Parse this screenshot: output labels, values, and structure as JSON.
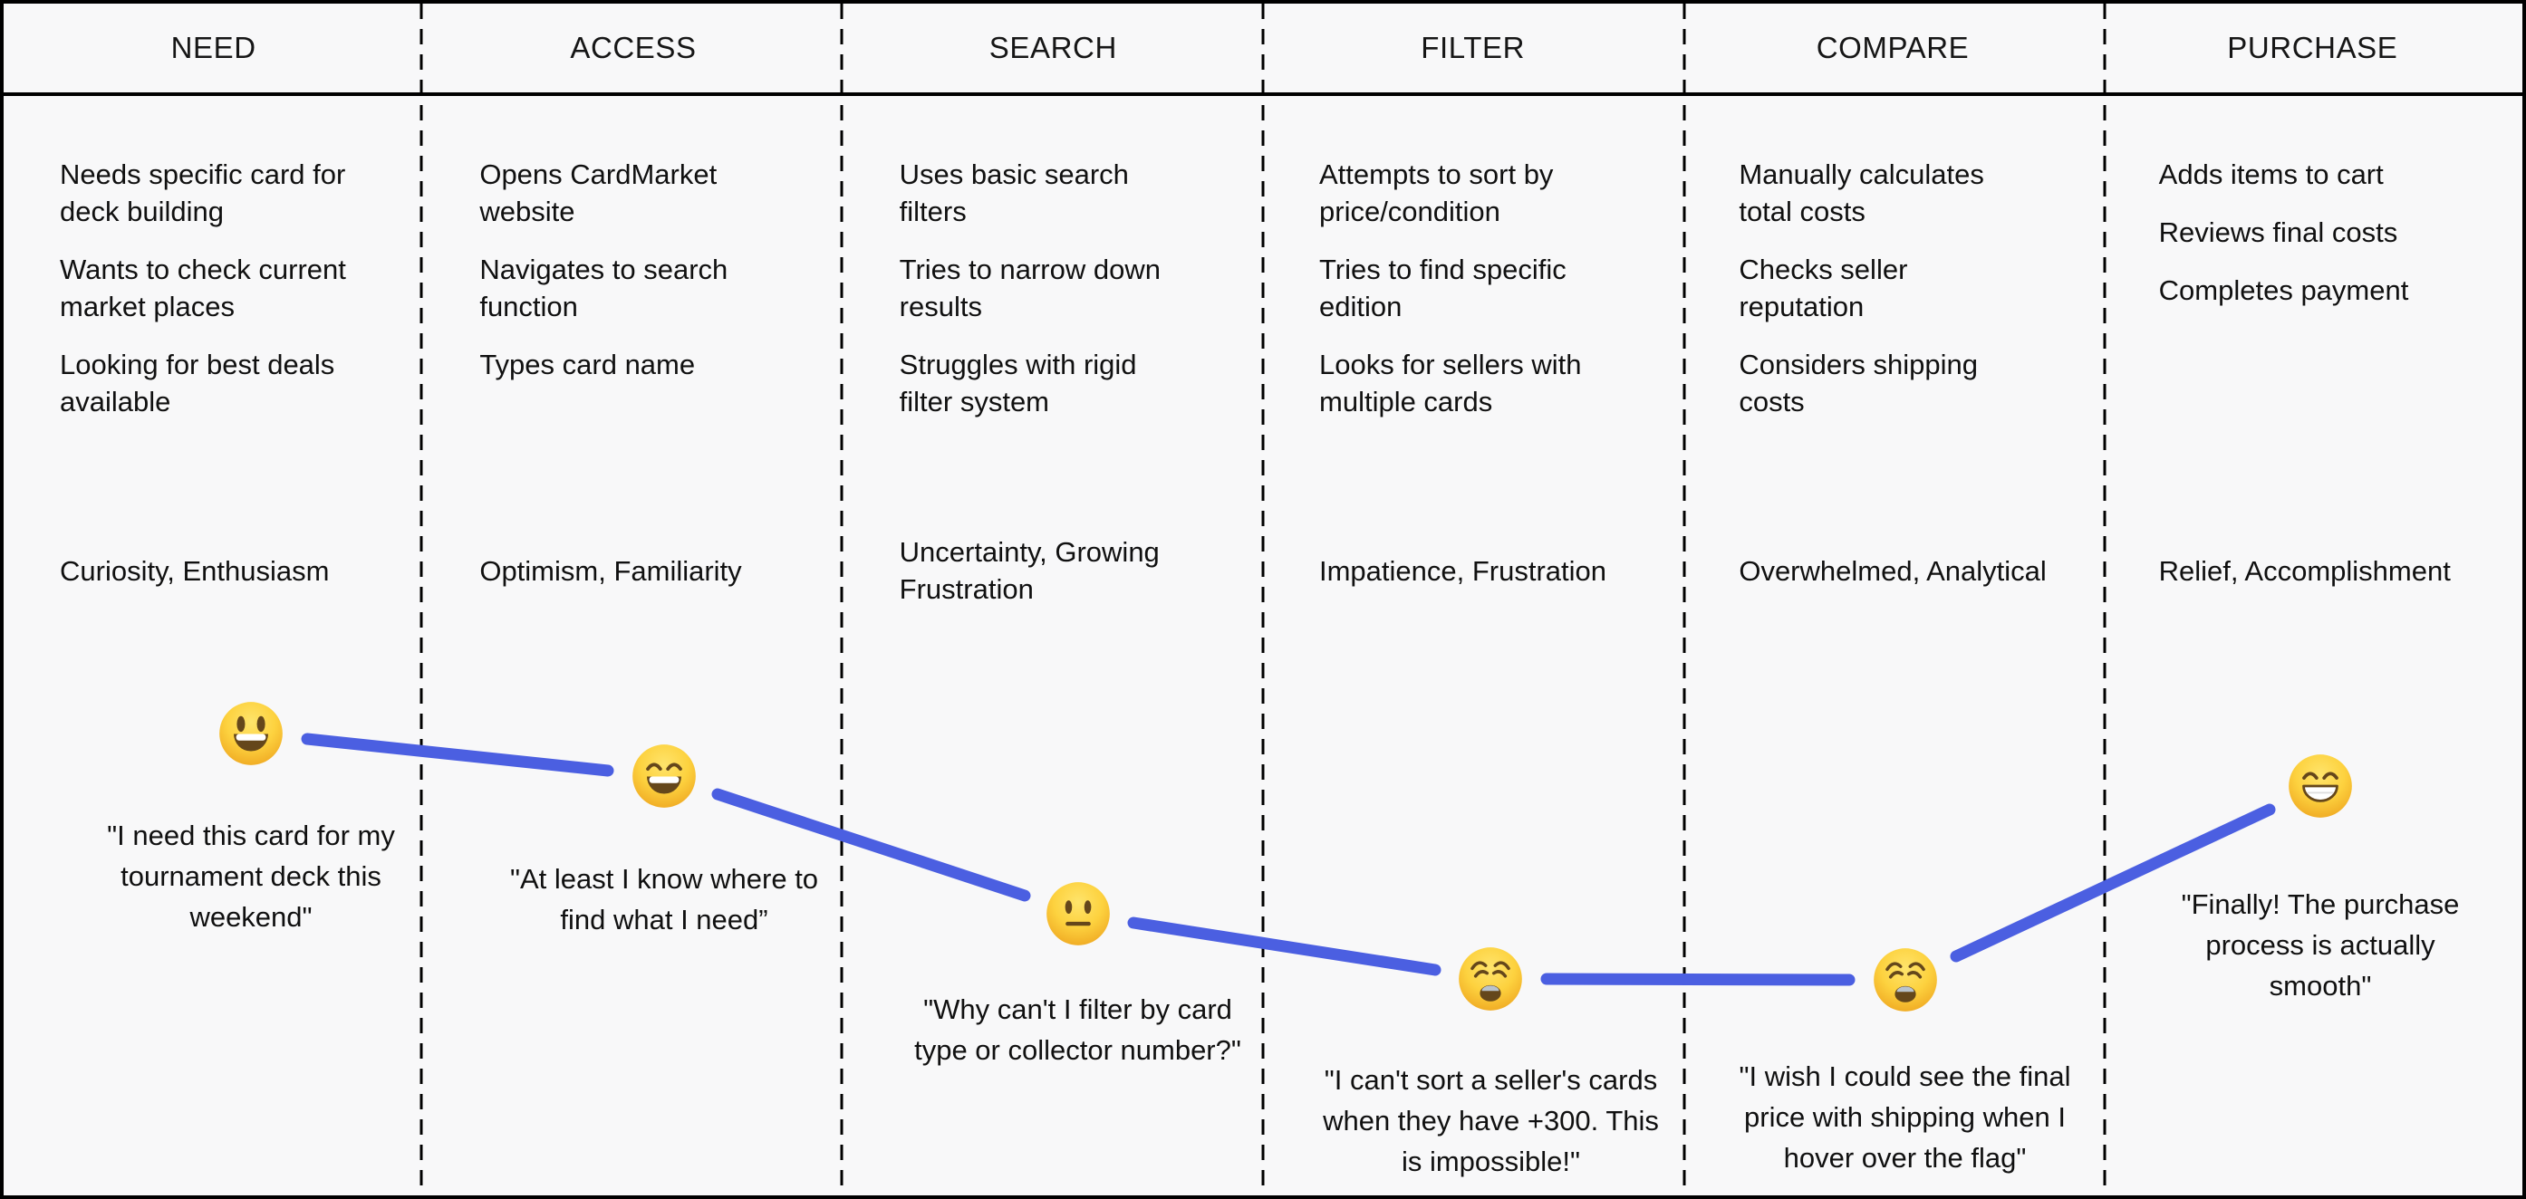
{
  "journey_map": {
    "colors": {
      "mood_line": "#4B5FE1",
      "background": "#F8F8F9",
      "border": "#000000"
    },
    "stages": [
      {
        "title": "NEED",
        "actions": [
          "Needs specific card for deck building",
          "Wants to check current market places",
          "Looking for best deals available"
        ],
        "emotions": "Curiosity, Enthusiasm",
        "emoji": "grinning-face",
        "emoji_char": "😃",
        "quote": "\"I need this card for my tournament deck this weekend\""
      },
      {
        "title": "ACCESS",
        "actions": [
          "Opens CardMarket website",
          "Navigates to search function",
          "Types card name"
        ],
        "emotions": "Optimism, Familiarity",
        "emoji": "grinning-face-smiling-eyes",
        "emoji_char": "😄",
        "quote": "\"At least I know where to find what I need”"
      },
      {
        "title": "SEARCH",
        "actions": [
          "Uses basic search filters",
          "Tries to narrow down results",
          "Struggles with rigid filter system"
        ],
        "emotions": "Uncertainty, Growing Frustration",
        "emoji": "neutral-face",
        "emoji_char": "😐",
        "quote": "\"Why can't I filter by card type or collector number?\""
      },
      {
        "title": "FILTER",
        "actions": [
          "Attempts to sort by price/condition",
          "Tries to find specific edition",
          "Looks for sellers with multiple cards"
        ],
        "emotions": "Impatience, Frustration",
        "emoji": "weary-face",
        "emoji_char": "😩",
        "quote": "\"I can't sort a seller's cards when they have +300. This is impossible!\""
      },
      {
        "title": "COMPARE",
        "actions": [
          "Manually calculates total costs",
          "Checks seller reputation",
          "Considers shipping costs"
        ],
        "emotions": "Overwhelmed, Analytical",
        "emoji": "weary-face",
        "emoji_char": "😩",
        "quote": "\"I wish I could see the final price with shipping when I hover over the flag\""
      },
      {
        "title": "PURCHASE",
        "actions": [
          "Adds items to cart",
          "Reviews final costs",
          "Completes payment"
        ],
        "emotions": "Relief, Accomplishment",
        "emoji": "beaming-face-smiling-eyes",
        "emoji_char": "😁",
        "quote": "\"Finally! The purchase process is actually smooth\""
      }
    ]
  }
}
